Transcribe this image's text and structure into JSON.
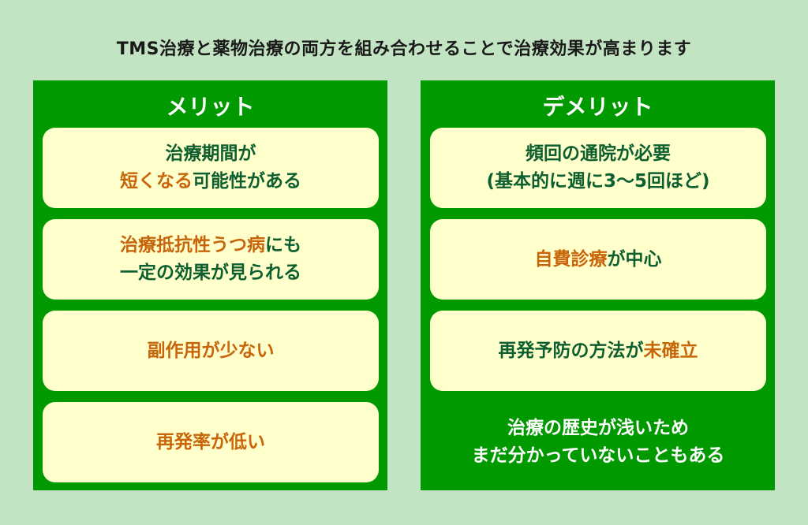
{
  "title": "TMS治療と薬物治療の両方を組み合わせることで治療効果が高まります",
  "colors": {
    "background": "#c3e4c3",
    "panel": "#009900",
    "card": "#ffffcc",
    "text": "#0d5f2f",
    "highlight": "#c8650a"
  },
  "merits": {
    "heading": "メリット",
    "items": [
      {
        "l1": [
          {
            "t": "治療期間が"
          }
        ],
        "l2": [
          {
            "t": "短くなる",
            "hl": true
          },
          {
            "t": "可能性がある"
          }
        ]
      },
      {
        "l1": [
          {
            "t": "治療抵抗性うつ病",
            "hl": true
          },
          {
            "t": "にも"
          }
        ],
        "l2": [
          {
            "t": "一定の効果が見られる"
          }
        ]
      },
      {
        "l1": [
          {
            "t": "副作用が少ない",
            "hl": true
          }
        ]
      },
      {
        "l1": [
          {
            "t": "再発率が低い",
            "hl": true
          }
        ]
      }
    ]
  },
  "demerits": {
    "heading": "デメリット",
    "items": [
      {
        "l1": [
          {
            "t": "頻回の通院が必要"
          }
        ],
        "l2": [
          {
            "t": "(基本的に週に3〜5回ほど)"
          }
        ]
      },
      {
        "l1": [
          {
            "t": "自費診療",
            "hl": true
          },
          {
            "t": "が中心"
          }
        ]
      },
      {
        "l1": [
          {
            "t": "再発予防の方法が"
          },
          {
            "t": "未確立",
            "hl": true
          }
        ]
      },
      {
        "l1": [
          {
            "t": "治療の歴史が浅いため"
          }
        ],
        "l2": [
          {
            "t": "まだ分かっていないこともある"
          }
        ]
      }
    ]
  }
}
